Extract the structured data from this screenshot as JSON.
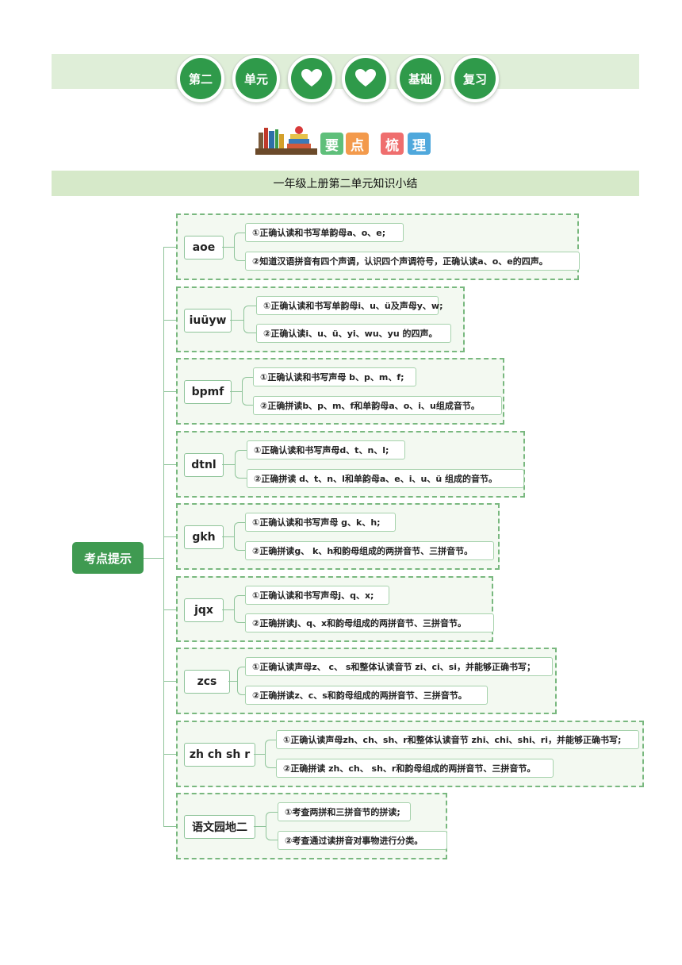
{
  "header": {
    "circles": [
      "第二",
      "单元",
      "",
      "",
      "基础",
      "复习"
    ],
    "icons": [
      "heart-icon",
      "heart-icon"
    ]
  },
  "summary": {
    "tiles": [
      {
        "char": "要",
        "color": "#5fbf7a"
      },
      {
        "char": "点",
        "color": "#f39a4c"
      },
      {
        "char": "梳",
        "color": "#ef6e6e"
      },
      {
        "char": "理",
        "color": "#4fa8dc"
      }
    ]
  },
  "title": "一年级上册第二单元知识小结",
  "root": "考点提示",
  "groups": [
    {
      "label": "aoe",
      "items": [
        "①正确认读和书写单韵母a、o、e;",
        "②知道汉语拼音有四个声调，认识四个声调符号，正确认读a、o、e的四声。"
      ]
    },
    {
      "label": "iuüyw",
      "items": [
        "①正确认读和书写单韵母i、u、ü及声母y、w;",
        "②正确认读i、u、ü、yi、wu、yu 的四声。"
      ]
    },
    {
      "label": "bpmf",
      "items": [
        "①正确认读和书写声母 b、p、m、f;",
        "②正确拼读b、p、m、f和单韵母a、o、i、u组成音节。"
      ]
    },
    {
      "label": "dtnl",
      "items": [
        "①正确认读和书写声母d、t、n、l;",
        "②正确拼读 d、t、n、l和单韵母a、e、i、u、ü 组成的音节。"
      ]
    },
    {
      "label": "gkh",
      "items": [
        "①正确认读和书写声母 g、k、h;",
        "②正确拼读g、 k、h和韵母组成的两拼音节、三拼音节。"
      ]
    },
    {
      "label": "jqx",
      "items": [
        "①正确认读和书写声母j、q、x;",
        "②正确拼读j、q、x和韵母组成的两拼音节、三拼音节。"
      ]
    },
    {
      "label": "zcs",
      "items": [
        "①正确认读声母z、 c、 s和整体认读音节 zi、ci、si，并能够正确书写；",
        "②正确拼读z、c、s和韵母组成的两拼音节、三拼音节。"
      ]
    },
    {
      "label": "zh ch sh r",
      "items": [
        "①正确认读声母zh、ch、sh、r和整体认读音节 zhi、chi、shi、ri，并能够正确书写;",
        "②正确拼读 zh、ch、 sh、r和韵母组成的两拼音节、三拼音节。"
      ]
    },
    {
      "label": "语文园地二",
      "items": [
        "①考查两拼和三拼音节的拼读;",
        "②考查通过读拼音对事物进行分类。"
      ]
    }
  ]
}
